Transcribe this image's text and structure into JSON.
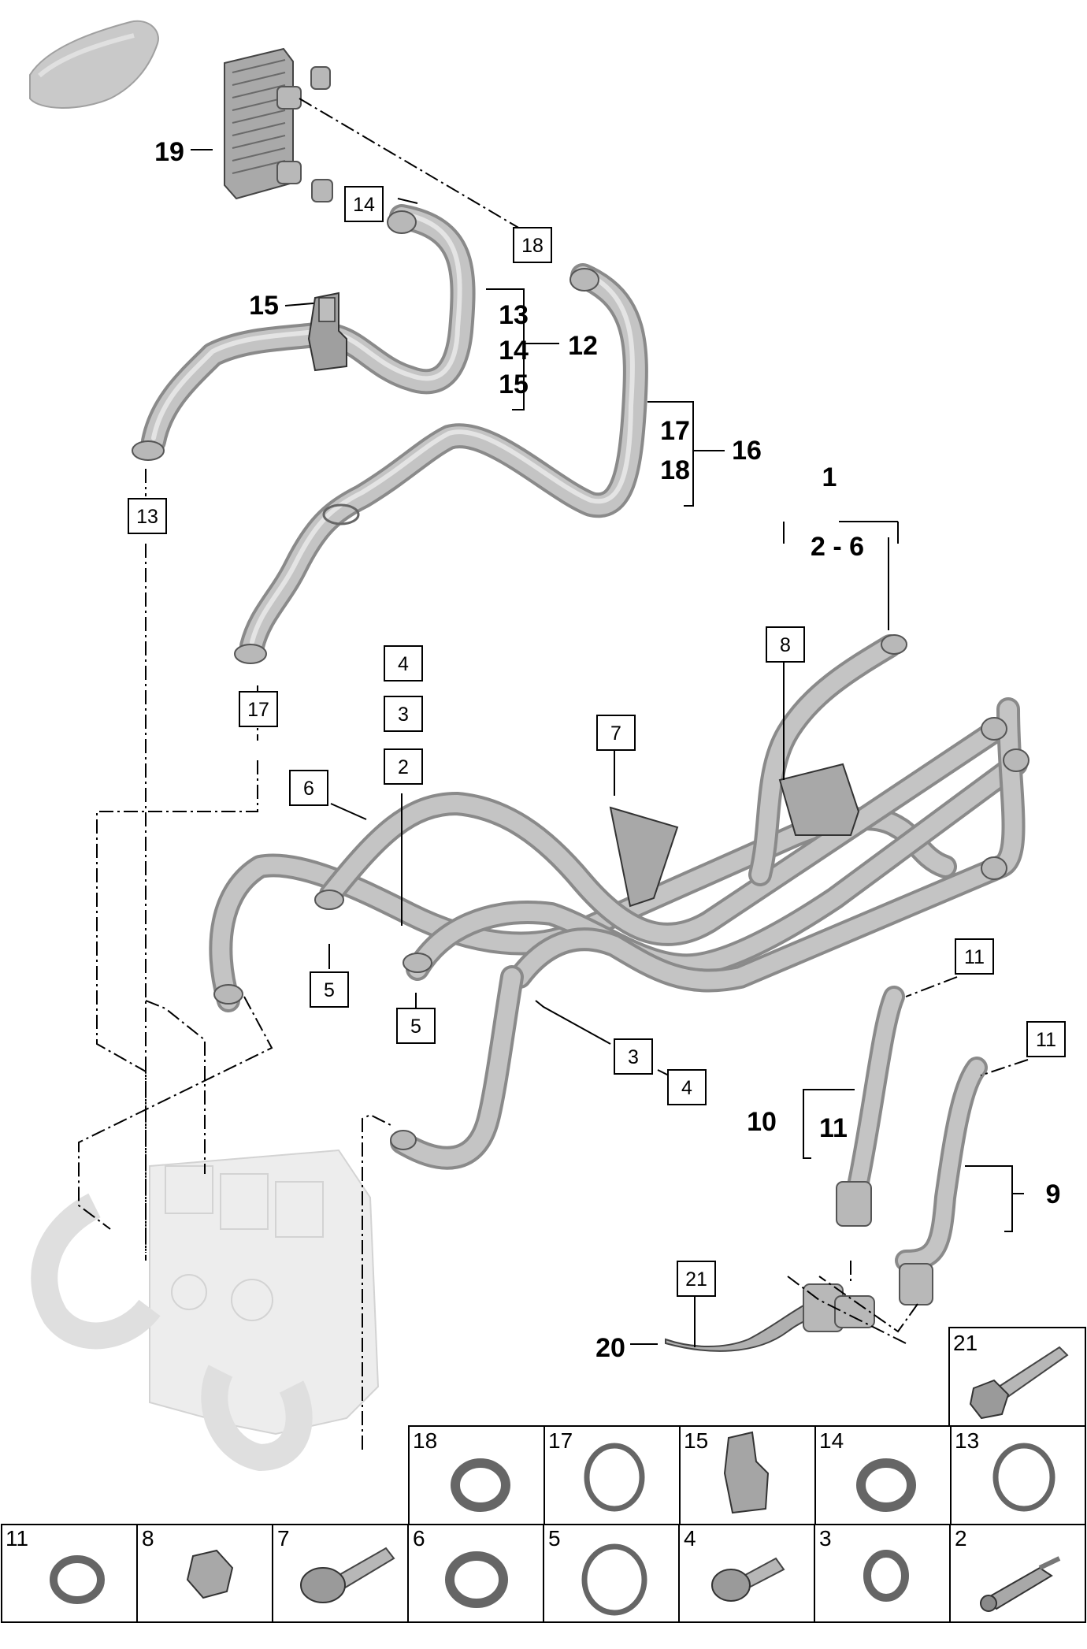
{
  "callouts": {
    "c1": "1",
    "c2_6": "2 - 6",
    "c19": "19",
    "c15": "15",
    "c12": "12",
    "c12_list": [
      "13",
      "14",
      "15"
    ],
    "c16": "16",
    "c16_list": [
      "17",
      "18"
    ],
    "c10": "10",
    "c10_list": [
      "11"
    ],
    "c9": "9",
    "c20": "20"
  },
  "boxes": {
    "b14": "14",
    "b18": "18",
    "b13": "13",
    "b17": "17",
    "b8": "8",
    "b4_top": "4",
    "b3_top": "3",
    "b2": "2",
    "b7": "7",
    "b6": "6",
    "b5_left": "5",
    "b5_mid": "5",
    "b3_low": "3",
    "b4_low": "4",
    "b11_a": "11",
    "b11_b": "11",
    "b21": "21"
  },
  "parts_grid": {
    "row_top": [
      "18",
      "17",
      "15",
      "14",
      "13"
    ],
    "row_bottom": [
      "11",
      "8",
      "7",
      "6",
      "5",
      "4",
      "3",
      "2"
    ],
    "single": "21"
  },
  "icons": [
    "car-silhouette-icon",
    "oil-cooler-icon",
    "engine-block-icon",
    "clamp-icon",
    "o-ring-icon",
    "bracket-icon",
    "bolt-icon",
    "nut-icon",
    "sensor-icon"
  ],
  "colors": {
    "line": "#000000",
    "hose": "#b8b8b8",
    "engine": "#ececec",
    "background": "#ffffff"
  }
}
